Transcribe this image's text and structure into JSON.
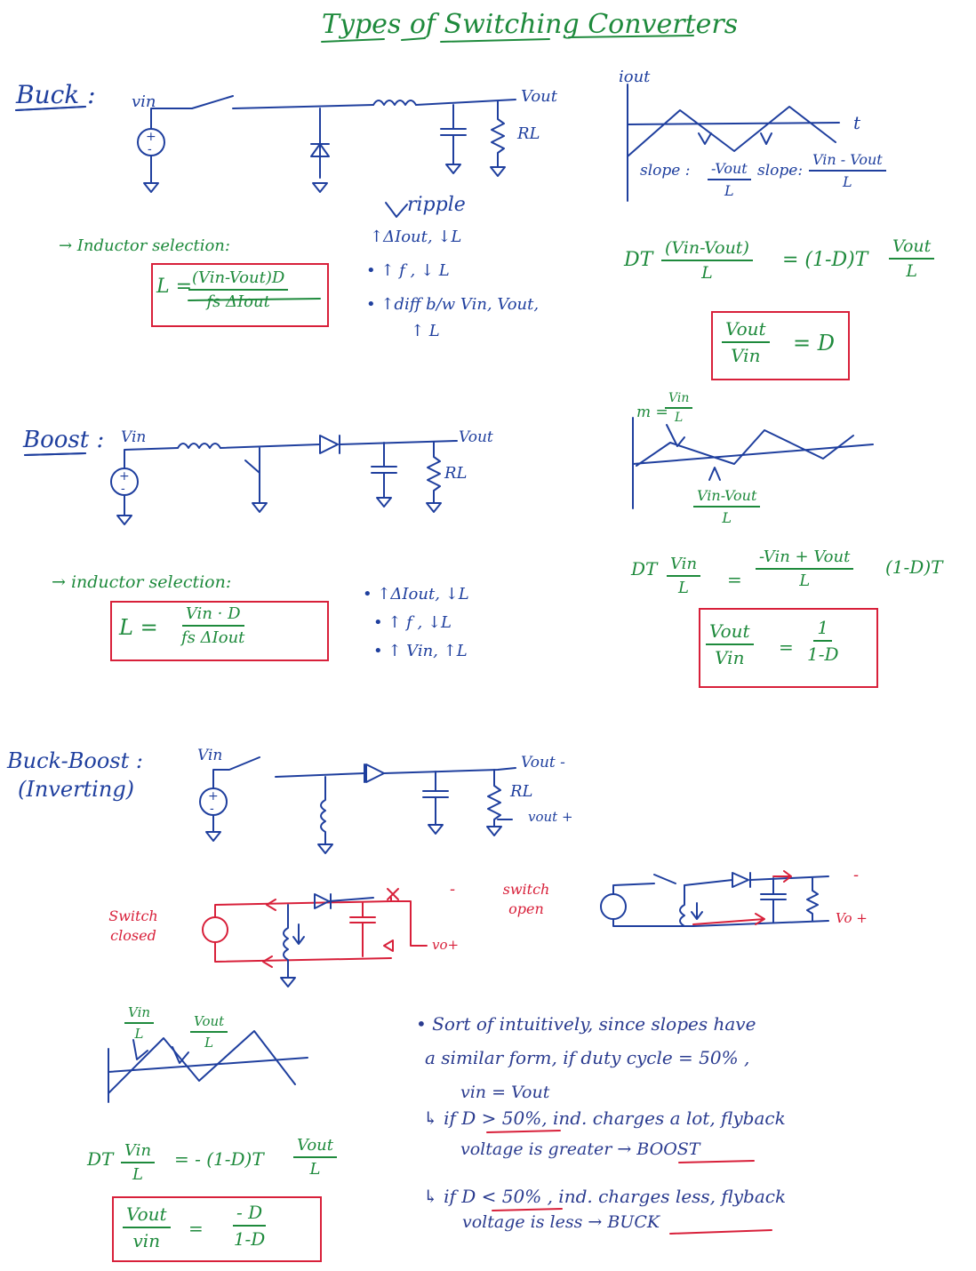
{
  "title": "Types of Switching Converters",
  "colors": {
    "green": "#1e8a3c",
    "blue": "#1f3f9e",
    "red": "#d8203a"
  },
  "buck": {
    "heading": "Buck :",
    "vin": "vin",
    "vout": "Vout",
    "rl": "RL",
    "src_plus": "+",
    "src_minus": "-",
    "graph_ylabel": "iout",
    "graph_xlabel": "t",
    "slope_label_1": "slope :",
    "slope_1_num": "-Vout",
    "slope_1_den": "L",
    "slope_label_2": "slope:",
    "slope_2_num": "Vin - Vout",
    "slope_2_den": "L",
    "ripple": "ripple",
    "ind_sel": "→ Inductor selection:",
    "formula_lhs": "L =",
    "formula_num": "(Vin-Vout)D",
    "formula_den": "fs ΔIout",
    "note_1": "↑ΔIout, ↓L",
    "note_2": "• ↑ f , ↓ L",
    "note_3": "• ↑diff b/w Vin, Vout,",
    "note_4": "↑ L",
    "eq_dt": "DT",
    "eq_num_1": "(Vin-Vout)",
    "eq_den_1": "L",
    "eq_mid": "= (1-D)T",
    "eq_num_2": "Vout",
    "eq_den_2": "L",
    "result_num": "Vout",
    "result_den": "Vin",
    "result_rhs": "= D"
  },
  "boost": {
    "heading": "Boost :",
    "vin": "Vin",
    "vout": "Vout",
    "rl": "RL",
    "src_plus": "+",
    "src_minus": "-",
    "m_label": "m =",
    "m_num": "Vin",
    "m_den": "L",
    "slope_num": "Vin-Vout",
    "slope_den": "L",
    "ind_sel": "→ inductor selection:",
    "formula_lhs": "L =",
    "formula_num": "Vin · D",
    "formula_den": "fs ΔIout",
    "note_1": "• ↑ΔIout, ↓L",
    "note_2": "• ↑ f , ↓L",
    "note_3": "• ↑ Vin, ↑L",
    "eq_dt": "DT",
    "eq_num_1": "Vin",
    "eq_den_1": "L",
    "eq_eq": "=",
    "eq_num_2": "-Vin + Vout",
    "eq_den_2": "L",
    "eq_tail": "(1-D)T",
    "result_num": "Vout",
    "result_den": "Vin",
    "result_eq": "=",
    "result_num_2": "1",
    "result_den_2": "1-D"
  },
  "buckboost": {
    "heading": "Buck-Boost :",
    "subheading": "(Inverting)",
    "vin": "Vin",
    "vout_minus": "Vout -",
    "vout_plus": "vout +",
    "rl": "RL",
    "src_plus": "+",
    "src_minus": "-",
    "switch_closed": "Switch closed",
    "switch_open": "switch open",
    "closed_minus": "-",
    "closed_plus": "vo+",
    "open_minus": "-",
    "open_plus": "Vo +",
    "g_label_1_num": "Vin",
    "g_label_1_den": "L",
    "g_label_2_num": "Vout",
    "g_label_2_den": "L",
    "eq_dt": "DT",
    "eq_num_1": "Vin",
    "eq_den_1": "L",
    "eq_mid": "= - (1-D)T",
    "eq_num_2": "Vout",
    "eq_den_2": "L",
    "result_num": "Vout",
    "result_den": "vin",
    "result_eq": "=",
    "result_num_2": "- D",
    "result_den_2": "1-D"
  },
  "notes": {
    "line_1": "• Sort of intuitively, since slopes have",
    "line_2": "a similar form, if duty cycle = 50% ,",
    "line_3": "vin = Vout",
    "line_4": "↳ if D > 50%, ind. charges a lot, flyback",
    "line_5": "voltage is greater → BOOST",
    "line_6": "↳ if D < 50% , ind. charges less, flyback",
    "line_7": "voltage is less → BUCK"
  }
}
